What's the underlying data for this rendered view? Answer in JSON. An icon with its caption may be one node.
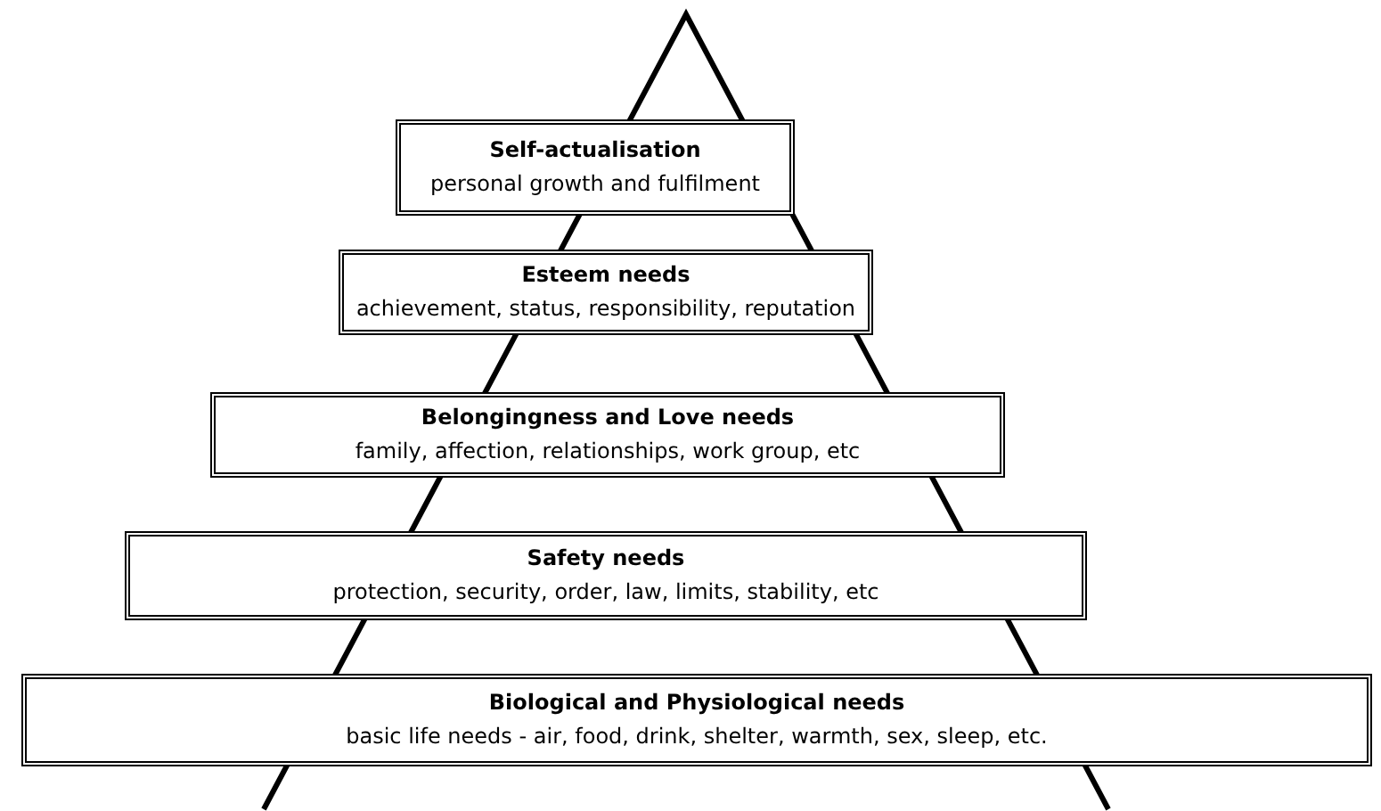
{
  "diagram": {
    "nodes": [
      {
        "text": [
          "Self-actualisation",
          "personal growth and fulfilment"
        ]
      },
      {
        "text": [
          "Esteem needs",
          "achievement, status, responsibility, reputation"
        ]
      },
      {
        "text": [
          "Belongingness and Love needs",
          "family, affection, relationships, work group, etc"
        ]
      },
      {
        "text": [
          "Safety needs",
          "protection, security, order, law, limits, stability, etc"
        ]
      },
      {
        "text": [
          "Biological and Physiological needs",
          "basic life needs - air, food, drink, shelter, warmth, sex, sleep, etc."
        ]
      }
    ],
    "edges": []
  }
}
